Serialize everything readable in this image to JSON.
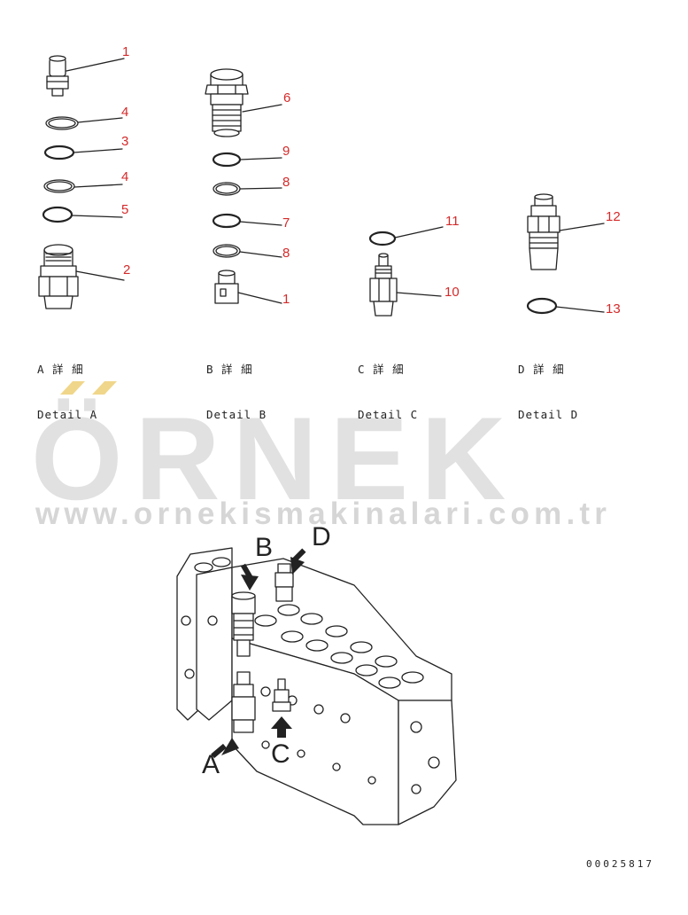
{
  "watermark": {
    "brand": "ÖRNEK",
    "url": "www.ornekismakinalari.com.tr"
  },
  "details": [
    {
      "jp": "A 詳 細",
      "en": "Detail A"
    },
    {
      "jp": "B 詳 細",
      "en": "Detail B"
    },
    {
      "jp": "C 詳 細",
      "en": "Detail C"
    },
    {
      "jp": "D 詳 細",
      "en": "Detail D"
    }
  ],
  "callouts": {
    "a1": "1",
    "a4a": "4",
    "a3": "3",
    "a4b": "4",
    "a5": "5",
    "a2": "2",
    "b6": "6",
    "b9": "9",
    "b8a": "8",
    "b7": "7",
    "b8b": "8",
    "b1": "1",
    "c11": "11",
    "c10": "10",
    "d12": "12",
    "d13": "13"
  },
  "view_letters": {
    "a": "A",
    "b": "B",
    "c": "C",
    "d": "D"
  },
  "drawing_code": "00025817",
  "colors": {
    "callout": "#d42a2a",
    "line": "#222222",
    "watermark": "#e1e1e1",
    "watermark_accent": "#f0d68a"
  }
}
